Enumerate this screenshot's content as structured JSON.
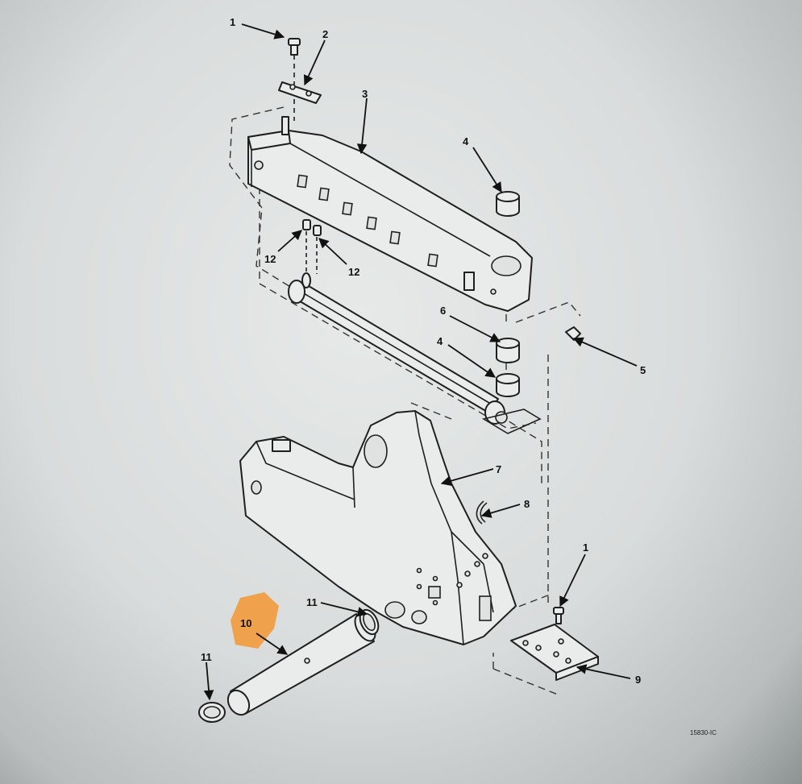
{
  "callouts": {
    "c1_top": "1",
    "c2": "2",
    "c3": "3",
    "c4_top": "4",
    "c12_left": "12",
    "c12_right": "12",
    "c6": "6",
    "c4_mid": "4",
    "c5": "5",
    "c7": "7",
    "c8": "8",
    "c1_bottom": "1",
    "c11_mid": "11",
    "c10": "10",
    "c11_left": "11",
    "c9": "9"
  },
  "figure_code": "15830-IC",
  "colors": {
    "highlight": "#f29a3c",
    "line": "#1f1f1f",
    "paper": "#e2e5e4"
  }
}
